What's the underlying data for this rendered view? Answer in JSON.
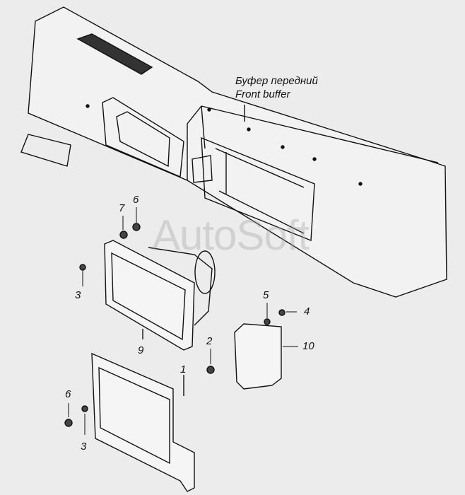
{
  "title": {
    "ru": "Буфер передний",
    "en": "Front buffer"
  },
  "watermark": "AutoSoft",
  "callouts": [
    "1",
    "2",
    "3",
    "3",
    "4",
    "5",
    "6",
    "6",
    "7",
    "9",
    "10"
  ]
}
